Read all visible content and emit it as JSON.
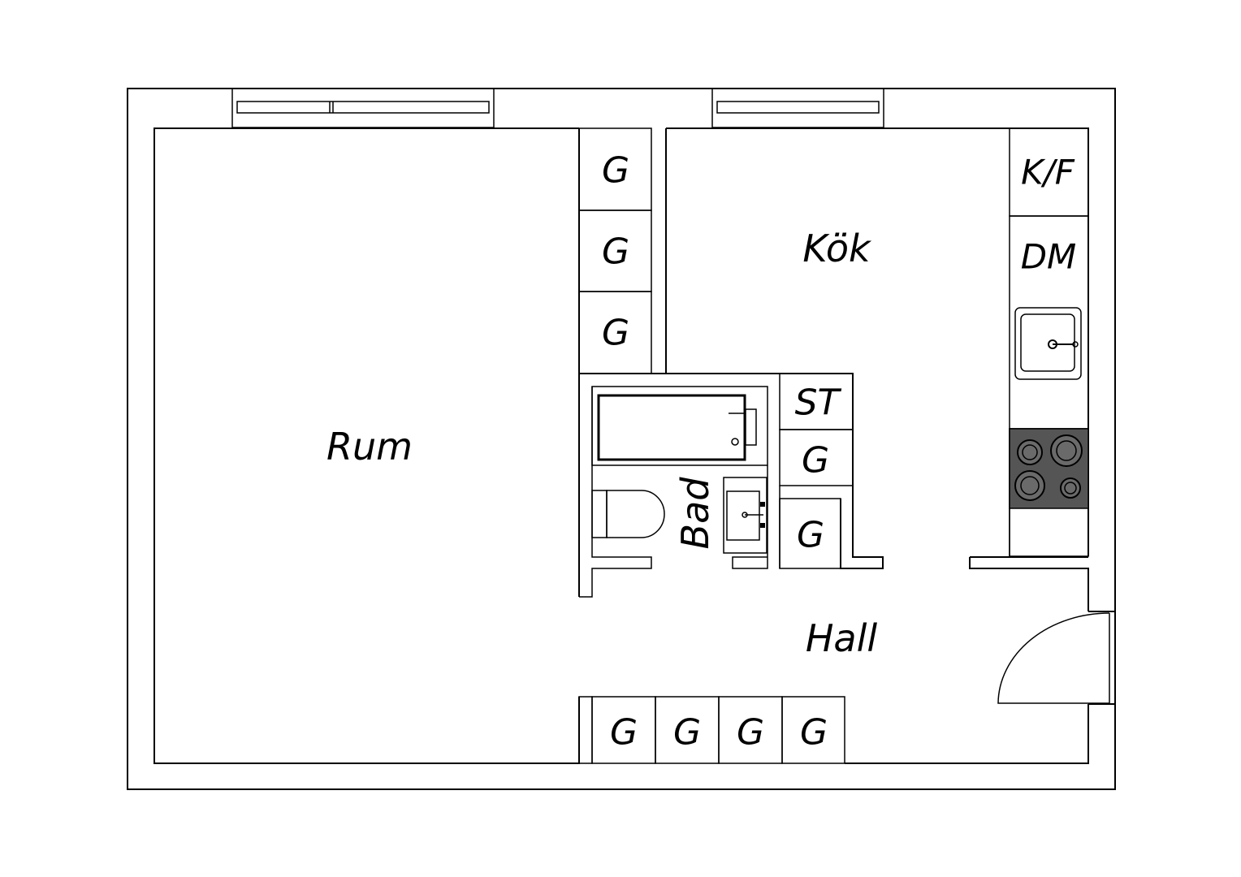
{
  "rooms": {
    "rum": "Rum",
    "kok": "Kök",
    "bad": "Bad",
    "hall": "Hall"
  },
  "fixtures": {
    "wardrobe": "G",
    "fridge_freezer": "K/F",
    "dishwasher": "DM",
    "storage": "ST"
  },
  "colors": {
    "walls": "#000000",
    "stove": "#555555",
    "background": "#ffffff"
  }
}
